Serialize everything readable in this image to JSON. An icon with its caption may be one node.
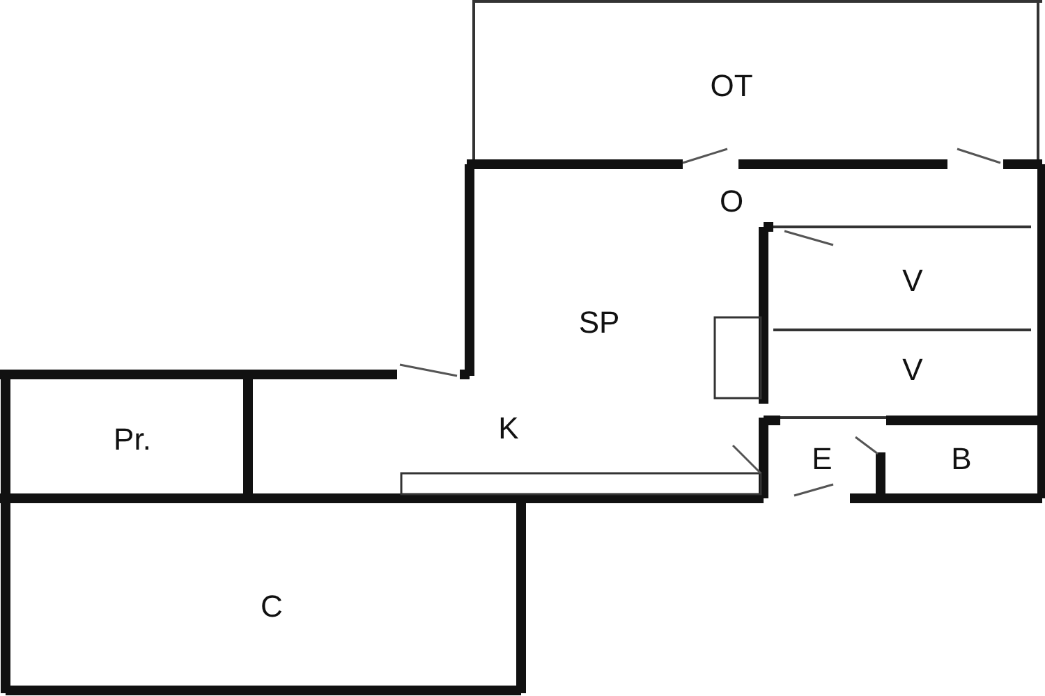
{
  "diagram": {
    "nodes": [
      {
        "text": [
          "OT"
        ]
      },
      {
        "text": [
          "O"
        ]
      },
      {
        "text": [
          "SP"
        ]
      },
      {
        "text": [
          "V"
        ]
      },
      {
        "text": [
          "V"
        ]
      },
      {
        "text": [
          "Pr."
        ]
      },
      {
        "text": [
          "K"
        ]
      },
      {
        "text": [
          "E"
        ]
      },
      {
        "text": [
          "B"
        ]
      },
      {
        "text": [
          "C"
        ]
      }
    ]
  }
}
